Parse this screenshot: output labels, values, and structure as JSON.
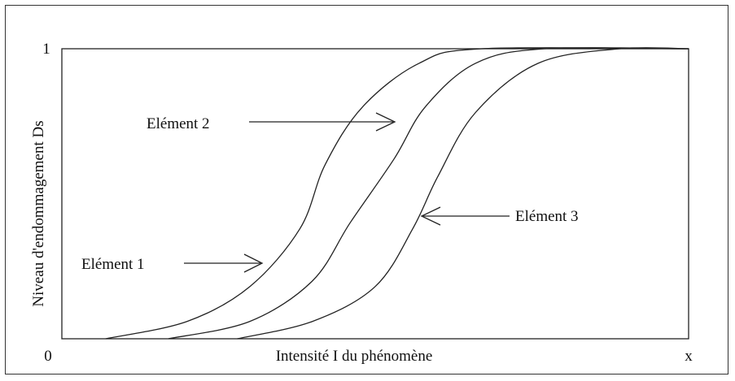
{
  "chart_data": {
    "type": "line",
    "title": "",
    "xlabel": "Intensité I du phénomène",
    "ylabel": "Niveau d'endommagement Ds",
    "x_tick_labels": {
      "origin": "0",
      "end": "x"
    },
    "y_tick_labels": {
      "top": "1"
    },
    "xlim": [
      0,
      1
    ],
    "ylim": [
      0,
      1
    ],
    "grid": false,
    "series": [
      {
        "name": "Elément 1",
        "points": [
          [
            0.07,
            0.0
          ],
          [
            0.2,
            0.06
          ],
          [
            0.3,
            0.18
          ],
          [
            0.38,
            0.38
          ],
          [
            0.42,
            0.6
          ],
          [
            0.48,
            0.8
          ],
          [
            0.57,
            0.95
          ],
          [
            0.67,
            1.0
          ],
          [
            1.0,
            1.0
          ]
        ]
      },
      {
        "name": "Elément 2",
        "points": [
          [
            0.17,
            0.0
          ],
          [
            0.3,
            0.06
          ],
          [
            0.4,
            0.2
          ],
          [
            0.46,
            0.4
          ],
          [
            0.53,
            0.62
          ],
          [
            0.58,
            0.8
          ],
          [
            0.66,
            0.95
          ],
          [
            0.77,
            1.0
          ],
          [
            1.0,
            1.0
          ]
        ]
      },
      {
        "name": "Elément 3",
        "points": [
          [
            0.28,
            0.0
          ],
          [
            0.4,
            0.06
          ],
          [
            0.5,
            0.18
          ],
          [
            0.56,
            0.38
          ],
          [
            0.6,
            0.56
          ],
          [
            0.66,
            0.78
          ],
          [
            0.76,
            0.95
          ],
          [
            0.89,
            1.0
          ],
          [
            1.0,
            1.0
          ]
        ]
      }
    ],
    "annotations": [
      {
        "text": "Elément 1",
        "series": "Elément 1"
      },
      {
        "text": "Elément 2",
        "series": "Elément 2"
      },
      {
        "text": "Elément 3",
        "series": "Elément 3"
      }
    ]
  }
}
